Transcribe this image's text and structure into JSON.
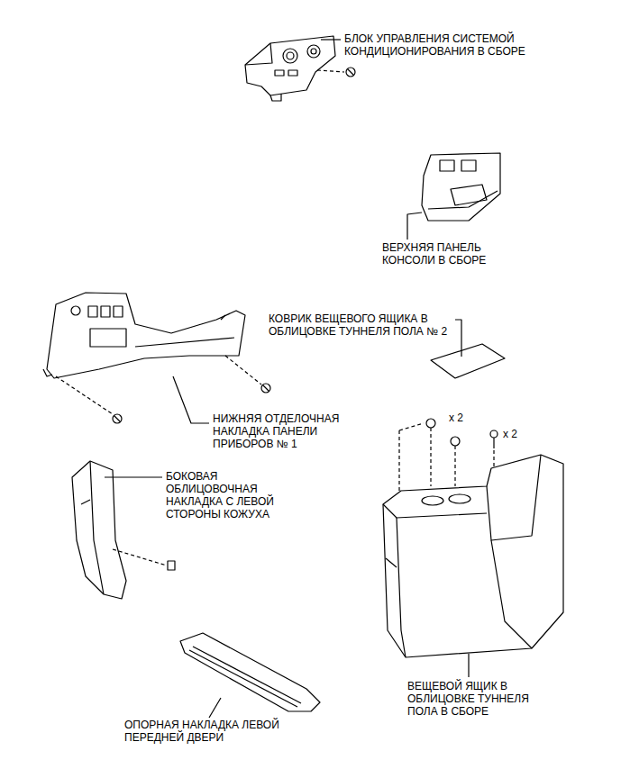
{
  "diagram": {
    "labels": [
      "БЛОК УПРАВЛЕНИЯ СИСТЕМОЙ КОНДИЦИОНИРОВАНИЯ В СБОРЕ",
      "ВЕРХНЯЯ ПАНЕЛЬ КОНСОЛИ В СБОРЕ",
      "КОВРИК ВЕЩЕВОГО ЯЩИКА В ОБЛИЦОВКЕ ТУННЕЛЯ ПОЛА № 2",
      "НИЖНЯЯ ОТДЕЛОЧНАЯ НАКЛАДКА ПАНЕЛИ ПРИБОРОВ № 1",
      "x 2",
      "x 2",
      "БОКОВАЯ ОБЛИЦОВОЧНАЯ НАКЛАДКА С ЛЕВОЙ СТОРОНЫ КОЖУХА",
      "ВЕЩЕВОЙ ЯЩИК В ОБЛИЦОВКЕ ТУННЕЛЯ ПОЛА В СБОРЕ",
      "ОПОРНАЯ НАКЛАДКА ЛЕВОЙ ПЕРЕДНЕЙ ДВЕРИ"
    ]
  }
}
